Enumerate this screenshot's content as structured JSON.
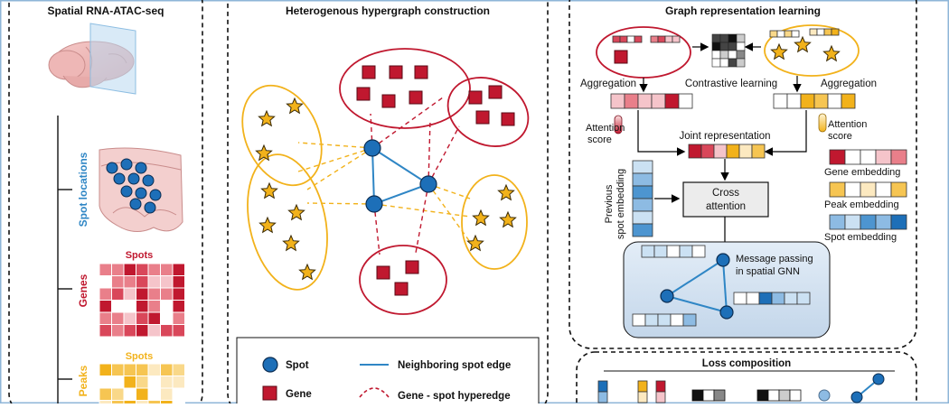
{
  "panels": {
    "spatial": {
      "title": "Spatial RNA-ATAC-seq"
    },
    "hypergraph": {
      "title": "Heterogenous hypergraph construction"
    },
    "graph": {
      "title": "Graph representation learning"
    },
    "loss": {
      "title": "Loss composition"
    }
  },
  "spatial": {
    "spot_locations_label": "Spot locations",
    "genes_label": "Genes",
    "peaks_label": "Peaks",
    "spots_header_genes": "Spots",
    "spots_header_peaks": "Spots"
  },
  "legend": {
    "spot": "Spot",
    "gene": "Gene",
    "neighbor_edge": "Neighboring spot edge",
    "gene_spot_hyperedge": "Gene - spot hyperedge"
  },
  "graph": {
    "contrastive": "Contrastive learning",
    "aggregation_left": "Aggregation",
    "aggregation_right": "Aggregation",
    "attention_left_1": "Attention",
    "attention_left_2": "score",
    "attention_right_1": "Attention",
    "attention_right_2": "score",
    "joint": "Joint representation",
    "cross_1": "Cross",
    "cross_2": "attention",
    "previous_1": "Previous",
    "previous_2": "spot embedding",
    "gene_embedding": "Gene embedding",
    "peak_embedding": "Peak embedding",
    "spot_embedding": "Spot embedding",
    "message_1": "Message passing",
    "message_2": "in spatial GNN"
  },
  "colors": {
    "gene_red": "#c0182f",
    "peak_yellow": "#f2b21b",
    "spot_blue": "#1d6fb8",
    "edge_blue": "#2f86c5"
  }
}
